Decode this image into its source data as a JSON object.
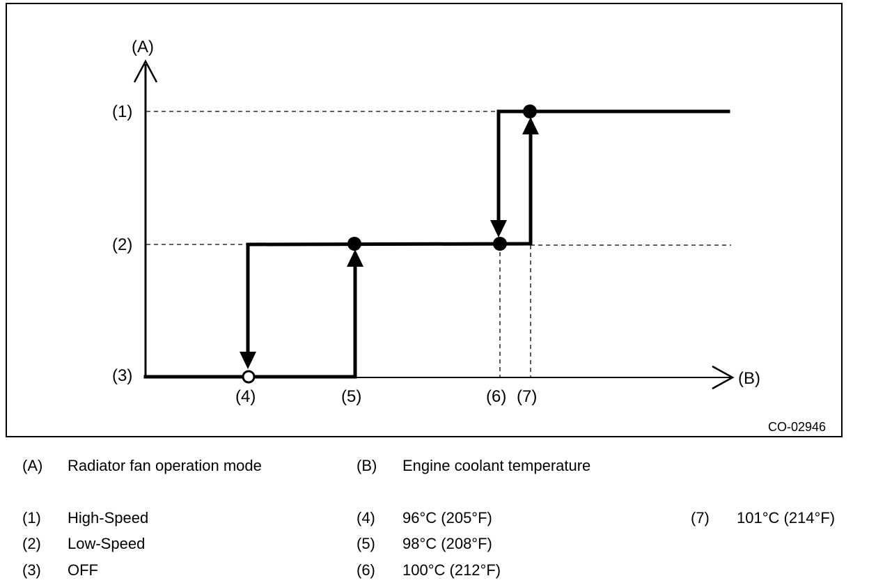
{
  "figure": {
    "code": "CO-02946",
    "y_axis_label": "(A)",
    "x_axis_label": "(B)",
    "level_labels": {
      "high": "(1)",
      "low": "(2)",
      "off": "(3)"
    },
    "temp_labels": {
      "t4": "(4)",
      "t5": "(5)",
      "t6": "(6)",
      "t7": "(7)"
    }
  },
  "legend": {
    "A": {
      "key": "(A)",
      "text": "Radiator fan operation mode"
    },
    "B": {
      "key": "(B)",
      "text": "Engine coolant temperature"
    },
    "1": {
      "key": "(1)",
      "text": "High-Speed"
    },
    "2": {
      "key": "(2)",
      "text": "Low-Speed"
    },
    "3": {
      "key": "(3)",
      "text": "OFF"
    },
    "4": {
      "key": "(4)",
      "text": "96°C (205°F)"
    },
    "5": {
      "key": "(5)",
      "text": "98°C (208°F)"
    },
    "6": {
      "key": "(6)",
      "text": "100°C (212°F)"
    },
    "7": {
      "key": "(7)",
      "text": "101°C (214°F)"
    }
  }
}
